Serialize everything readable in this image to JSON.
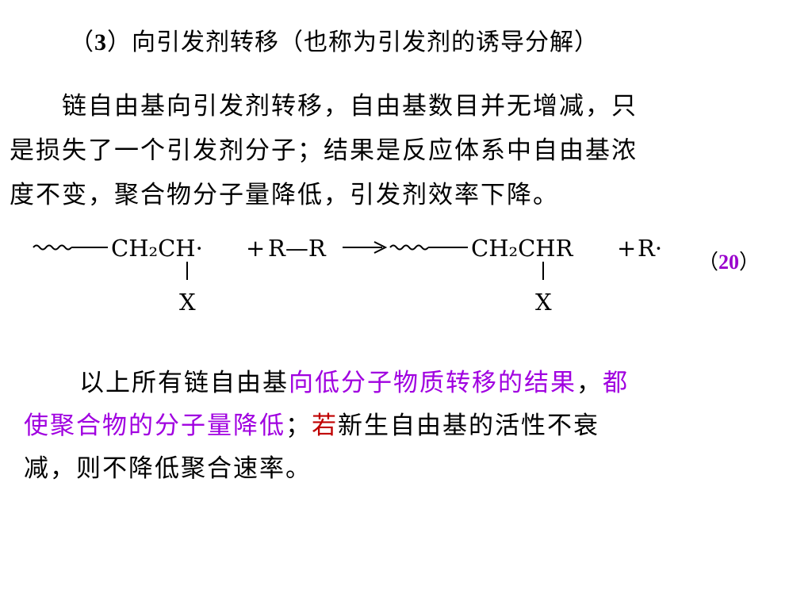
{
  "heading": {
    "open": "（",
    "number": "3",
    "close": "）",
    "text": "向引发剂转移（也称为引发剂的诱导分解）"
  },
  "paragraph1": {
    "line1": "链自由基向引发剂转移，自由基数目并无增减，只",
    "line2": "是损失了一个引发剂分子；结果是反应体系中自由基浓",
    "line3": "度不变，聚合物分子量降低，引发剂效率下降。"
  },
  "reaction": {
    "reactant_chain": "CH₂CH·",
    "plus1": "+",
    "reagent": "R—R",
    "product_chain": "CH₂CHR",
    "plus2": "+",
    "byproduct": "R·",
    "substituent": "X",
    "equation_number": "20",
    "eq_open": "（",
    "eq_close": "）"
  },
  "paragraph2": {
    "line1_a": "以上所有链自由基",
    "line1_b": "向低分子物质转移的结果",
    "line1_c": "，",
    "line1_d": "都",
    "line2_a": "使聚合物的分子量降低",
    "line2_b": "；",
    "line2_c": "若",
    "line2_d": "新生自由基的活性不衰",
    "line3": "减，则不降低聚合速率。"
  },
  "colors": {
    "emphasis_magenta": "#a000e0",
    "emphasis_red": "#c00000",
    "text": "#000000"
  }
}
